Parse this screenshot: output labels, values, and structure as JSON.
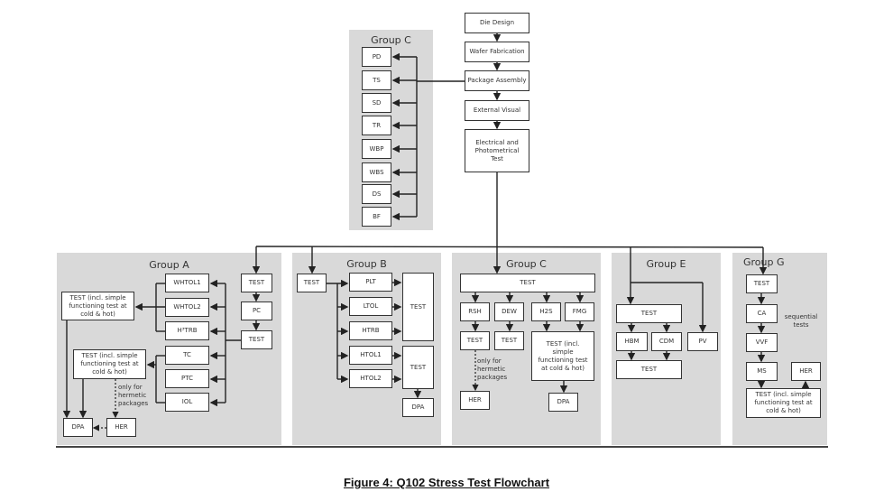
{
  "caption": "Figure 4:  Q102 Stress Test Flowchart",
  "main_flow": [
    "Die Design",
    "Wafer Fabrication",
    "Package Assembly",
    "External Visual",
    "Electrical and Photometrical Test"
  ],
  "group_c_top": {
    "title": "Group C",
    "items": [
      "PD",
      "TS",
      "SD",
      "TR",
      "WBP",
      "WBS",
      "DS",
      "BF"
    ]
  },
  "group_a": {
    "title": "Group A",
    "test_chain": [
      "TEST",
      "PC",
      "TEST"
    ],
    "upper_tests": [
      "WHTOL1",
      "WHTOL2",
      "H³TRB"
    ],
    "lower_tests": [
      "TC",
      "PTC",
      "IOL"
    ],
    "upper_result": "TEST (incl. simple functioning test at cold & hot)",
    "lower_result": "TEST (incl. simple functioning test at cold & hot)",
    "note": "only for hermetic packages",
    "dpa": "DPA",
    "her": "HER"
  },
  "group_b": {
    "title": "Group B",
    "entry": "TEST",
    "tests": [
      "PLT",
      "LTOL",
      "HTRB",
      "HTOL1",
      "HTOL2"
    ],
    "result_1": "TEST",
    "result_2": "TEST",
    "dpa": "DPA"
  },
  "group_c": {
    "title": "Group C",
    "entry": "TEST",
    "tests": [
      "RSH",
      "DEW",
      "H2S",
      "FMG"
    ],
    "test_rsh": "TEST",
    "test_dew": "TEST",
    "test_combined": "TEST (incl. simple functioning test at cold & hot)",
    "note": "only for hermetic packages",
    "her": "HER",
    "dpa": "DPA"
  },
  "group_e": {
    "title": "Group E",
    "entry": "TEST",
    "tests": [
      "HBM",
      "CDM",
      "PV"
    ],
    "result": "TEST"
  },
  "group_g": {
    "title": "Group G",
    "chain": [
      "TEST",
      "CA",
      "VVF",
      "MS"
    ],
    "note": "sequential tests",
    "her": "HER",
    "result": "TEST (incl. simple functioning test at cold & hot)"
  }
}
